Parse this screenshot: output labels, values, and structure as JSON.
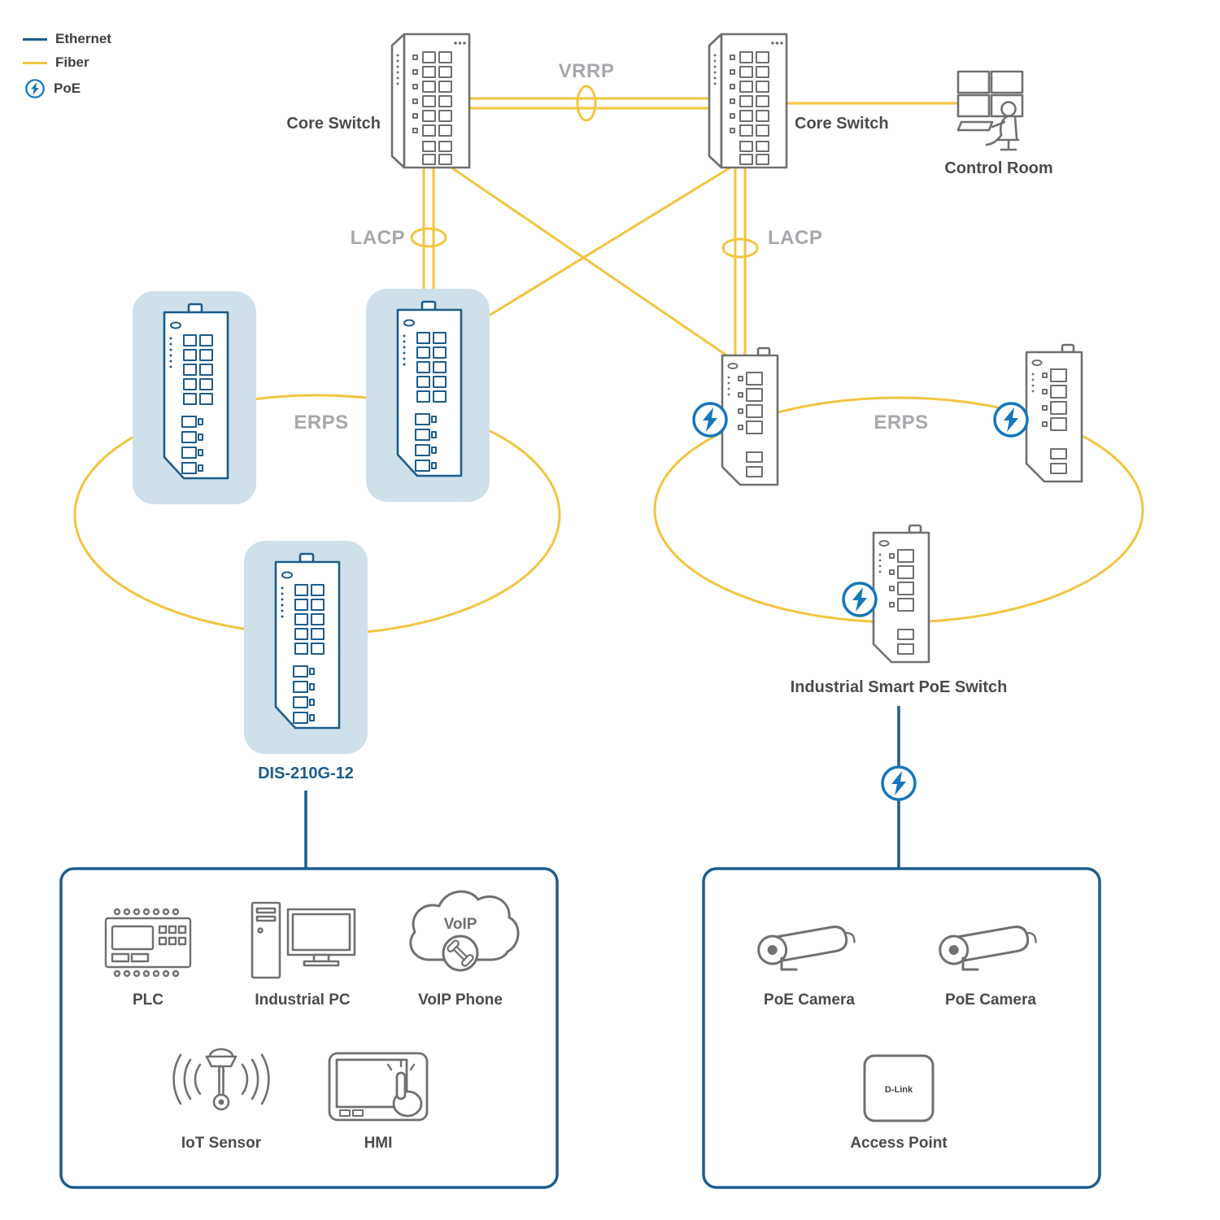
{
  "legend": {
    "ethernet": "Ethernet",
    "fiber": "Fiber",
    "poe": "PoE"
  },
  "topology": {
    "core_switch_left": "Core Switch",
    "core_switch_right": "Core Switch",
    "vrrp": "VRRP",
    "lacp_left": "LACP",
    "lacp_right": "LACP",
    "erps_left": "ERPS",
    "erps_right": "ERPS",
    "control_room": "Control Room",
    "dis_210g_12": "DIS-210G-12",
    "industrial_poe_switch": "Industrial Smart PoE Switch"
  },
  "edge_left": {
    "plc": "PLC",
    "industrial_pc": "Industrial PC",
    "voip_phone": "VoIP Phone",
    "voip_cloud": "VoIP",
    "iot_sensor": "IoT Sensor",
    "hmi": "HMI"
  },
  "edge_right": {
    "poe_camera_1": "PoE Camera",
    "poe_camera_2": "PoE Camera",
    "access_point": "Access Point",
    "access_point_logo": "D-Link"
  },
  "colors": {
    "ethernet": "#1d5c8c",
    "fiber": "#f2c53f",
    "poe": "#1476bd",
    "device_outline_gray": "#6e7072",
    "device_outline_blue": "#1d5c8c",
    "protocol_label": "#a6a8ab",
    "device_label": "#4b4b4d",
    "highlight_card": "#cfe0ea"
  }
}
